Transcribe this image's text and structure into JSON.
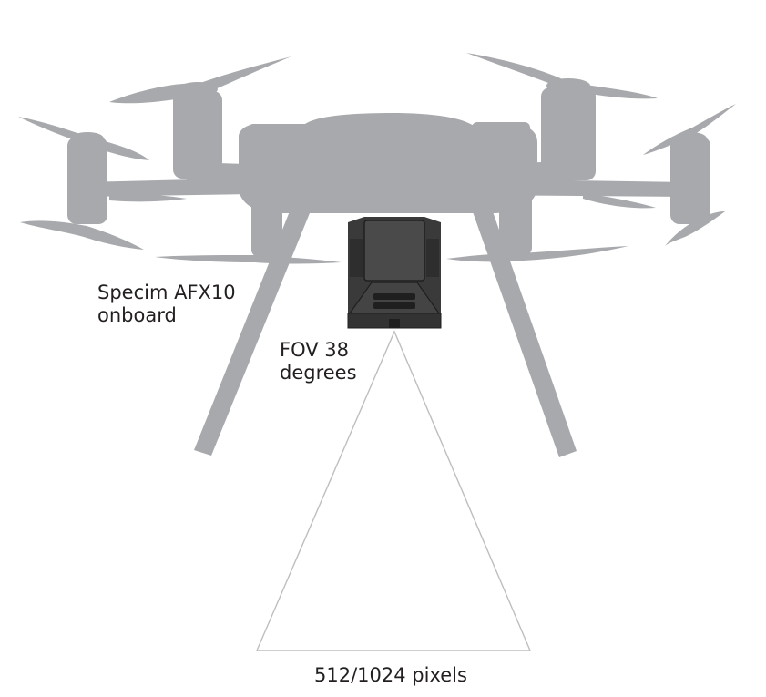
{
  "labels": {
    "sensor_line1": "Specim AFX10",
    "sensor_line2": "onboard",
    "fov_line1": "FOV 38",
    "fov_line2": "degrees",
    "pixels": "512/1024 pixels"
  },
  "colors": {
    "drone_body": "#a7a9ac",
    "camera": "#3a3a3a",
    "camera_detail": "#1f1f1f",
    "fov_line": "#bcbec0",
    "text": "#231f20"
  }
}
